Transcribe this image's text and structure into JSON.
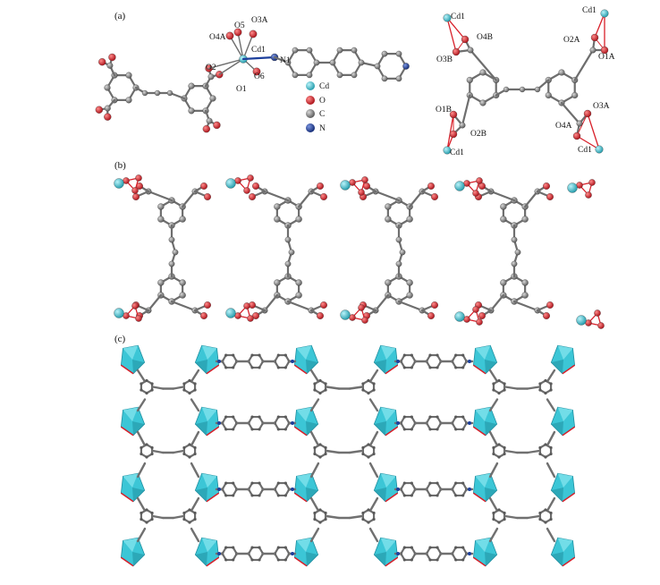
{
  "panels": {
    "a": {
      "label": "(a)",
      "left_labels": [
        "O4A",
        "O5",
        "O3A",
        "Cd1",
        "O2",
        "N1",
        "O6",
        "O1"
      ],
      "right_labels": [
        "Cd1",
        "O4B",
        "O3B",
        "Cd1",
        "O2A",
        "O1A",
        "O1B",
        "O2B",
        "Cd1",
        "O3A",
        "O4A",
        "Cd1"
      ],
      "legend": [
        {
          "label": "Cd",
          "color": "#3bbfcf"
        },
        {
          "label": "O",
          "color": "#d8202a"
        },
        {
          "label": "C",
          "color": "#808080"
        },
        {
          "label": "N",
          "color": "#1c3f9c"
        }
      ]
    },
    "b": {
      "label": "(b)"
    },
    "c": {
      "label": "(c)"
    }
  },
  "colors": {
    "cd": "#3bbfcf",
    "o": "#d8202a",
    "c": "#808080",
    "n": "#1c3f9c",
    "bond": "#6e6e6e",
    "polyhedron": "#3cc6d6",
    "polyhedron_dark": "#1f8fa0"
  }
}
